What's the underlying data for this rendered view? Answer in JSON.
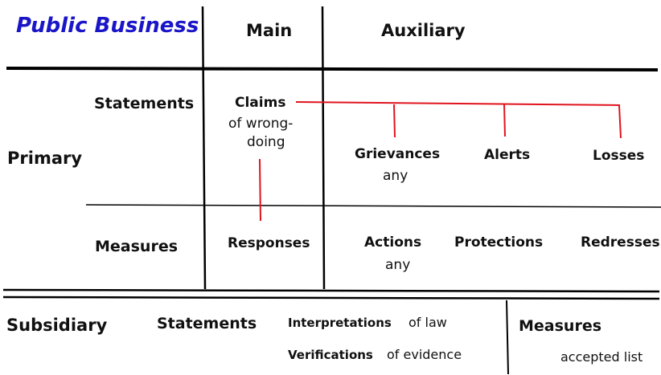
{
  "title": "Public Business",
  "columns": {
    "main": "Main",
    "auxiliary": "Auxiliary"
  },
  "rows": {
    "primary": "Primary",
    "subsidiary": "Subsidiary"
  },
  "primary": {
    "statements_label": "Statements",
    "measures_label": "Measures",
    "claims": "Claims",
    "claims_sub_1": "of wrong-",
    "claims_sub_2": "doing",
    "grievances": "Grievances",
    "grievances_sub": "any",
    "alerts": "Alerts",
    "losses": "Losses",
    "responses": "Responses",
    "actions": "Actions",
    "actions_sub": "any",
    "protections": "Protections",
    "redresses": "Redresses"
  },
  "subsidiary": {
    "statements_label": "Statements",
    "interpretations": "Interpretations",
    "interpretations_sub": "of law",
    "verifications": "Verifications",
    "verifications_sub": "of evidence",
    "measures_label": "Measures",
    "measures_sub": "accepted list"
  },
  "colors": {
    "title": "#1a16c8",
    "connector": "#e0141e",
    "grid": "#000000"
  }
}
